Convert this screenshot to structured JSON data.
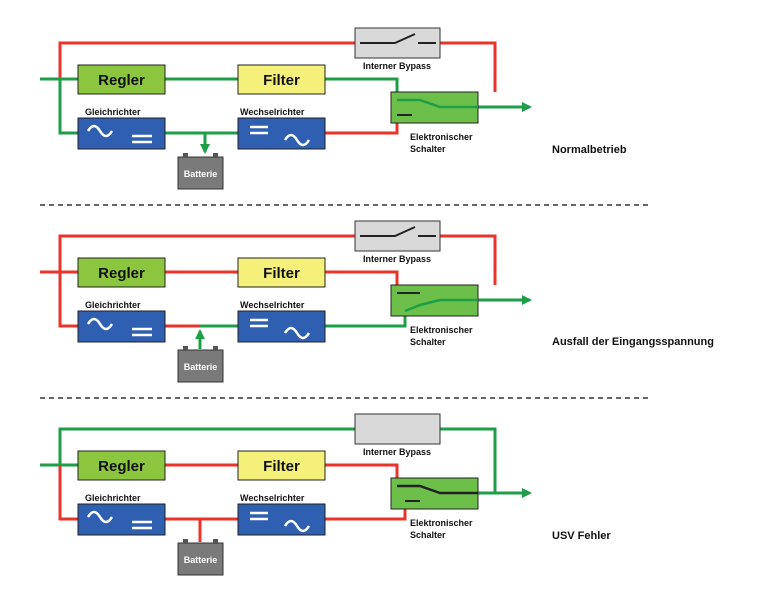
{
  "colors": {
    "red": "#e8342a",
    "green": "#1e9e46",
    "regler_fill": "#8cc63f",
    "filter_fill": "#f4f07a",
    "converter_fill": "#2e5fb0",
    "switch_fill": "#6cc04a",
    "bypass_fill": "#d9d9d9",
    "battery_fill": "#7a7a7a"
  },
  "icons": {
    "ac": "sine-wave-icon",
    "dc": "equals-sign-icon",
    "switch": "switch-contact-icon",
    "battery": "battery-icon"
  },
  "labels": {
    "regler": "Regler",
    "filter": "Filter",
    "gleichrichter": "Gleichrichter",
    "wechselrichter": "Wechselrichter",
    "batterie": "Batterie",
    "bypass": "Interner Bypass",
    "schalter_line1": "Elektronischer",
    "schalter_line2": "Schalter"
  },
  "panels": [
    {
      "caption": "Normalbetrieb",
      "state": "normal"
    },
    {
      "caption": "Ausfall der Eingangsspannung",
      "state": "input-failure"
    },
    {
      "caption": "USV Fehler",
      "state": "ups-fault"
    }
  ]
}
